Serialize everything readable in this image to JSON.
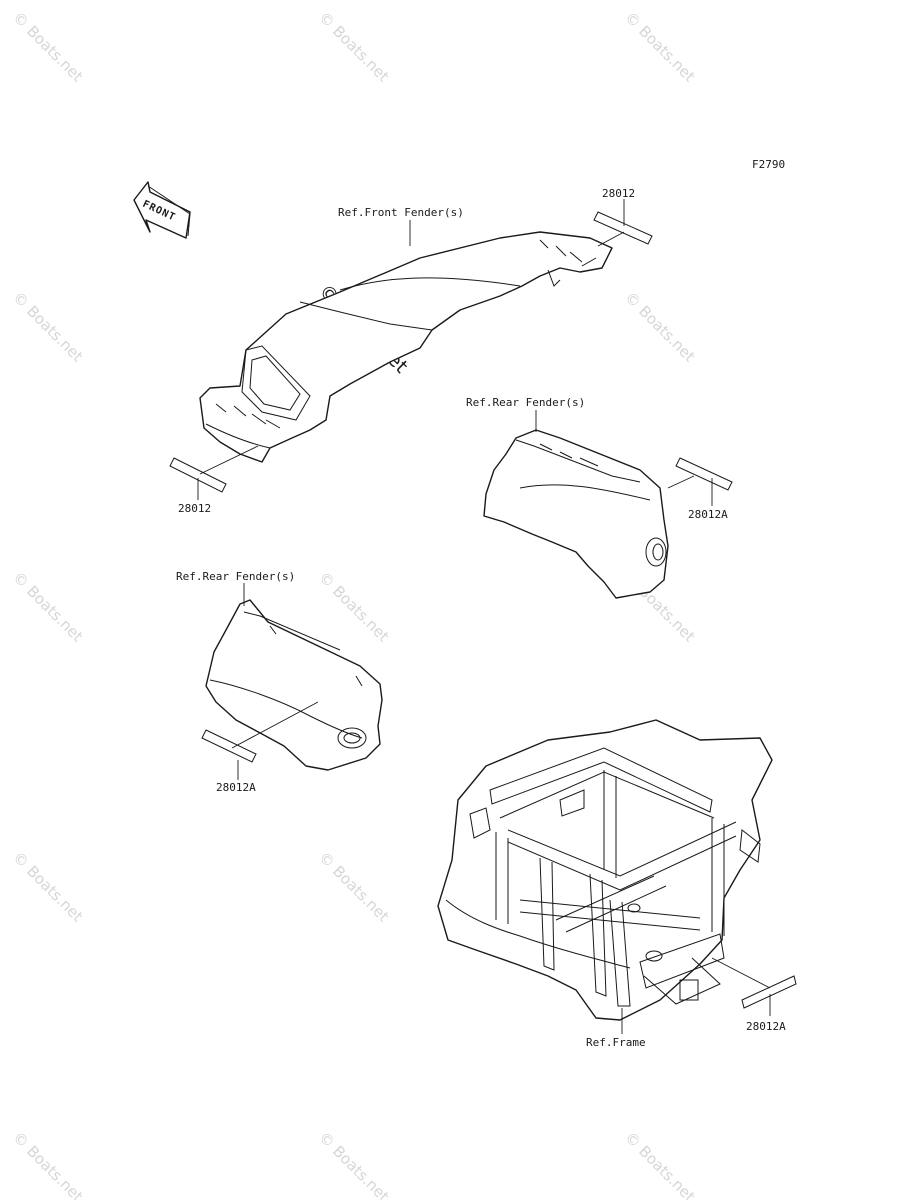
{
  "figure_code": "F2790",
  "front_arrow_text": "FRONT",
  "watermark": "© Boats.net",
  "callouts": {
    "front_fender_ref": "Ref.Front Fender(s)",
    "rear_fender_ref_right": "Ref.Rear Fender(s)",
    "rear_fender_ref_left": "Ref.Rear Fender(s)",
    "frame_ref": "Ref.Frame",
    "part_front_top": "28012",
    "part_front_bottom": "28012",
    "part_rear_right": "28012A",
    "part_rear_left": "28012A",
    "part_frame": "28012A"
  }
}
